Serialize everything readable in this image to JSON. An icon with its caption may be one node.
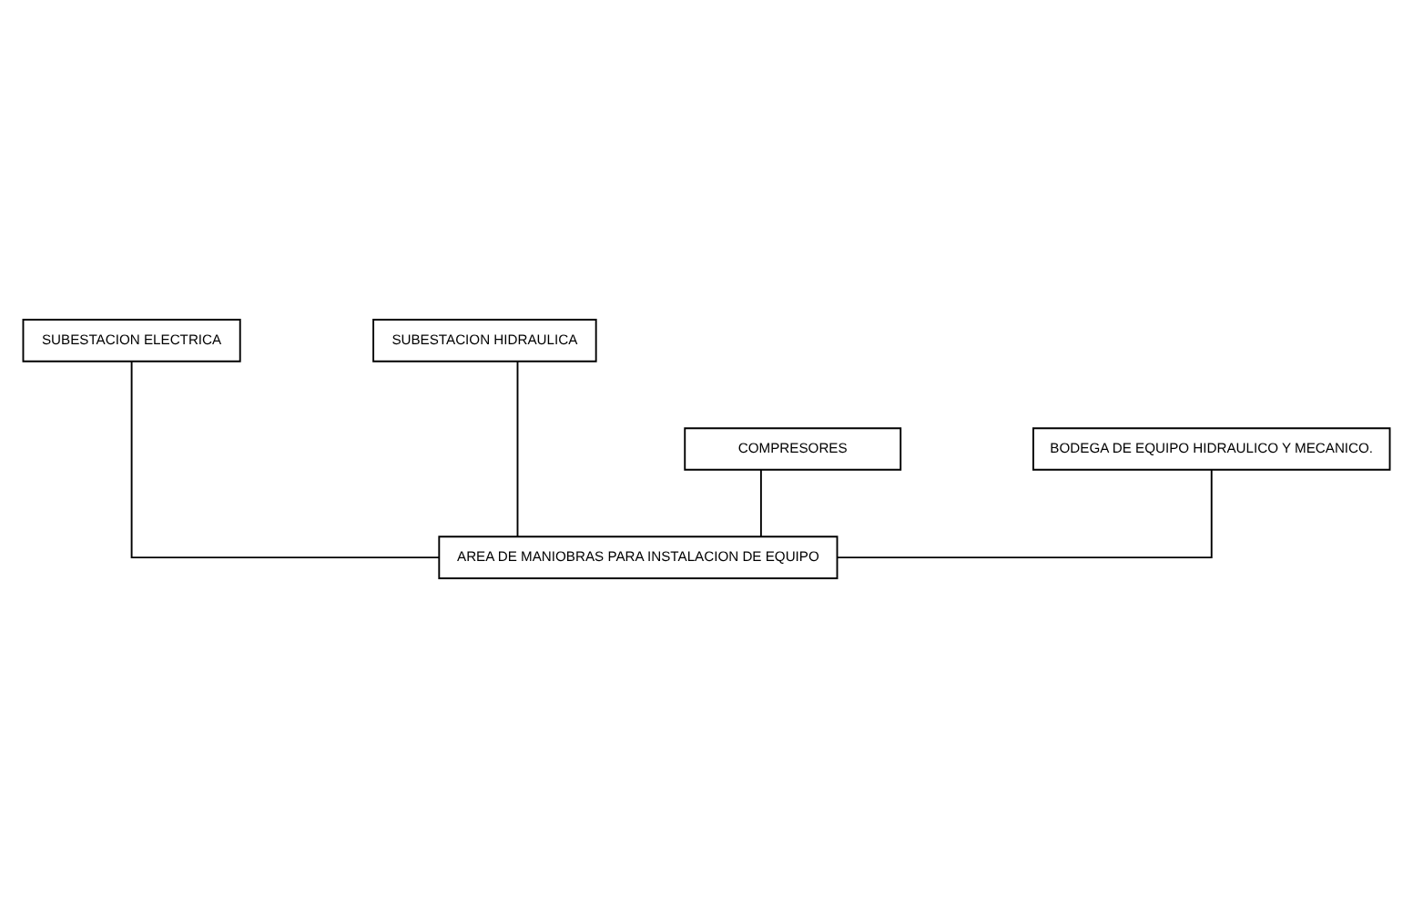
{
  "diagram": {
    "nodes": [
      {
        "text": [
          "SUBESTACION ELECTRICA"
        ]
      },
      {
        "text": [
          "SUBESTACION HIDRAULICA"
        ]
      },
      {
        "text": [
          "COMPRESORES"
        ]
      },
      {
        "text": [
          "BODEGA DE EQUIPO HIDRAULICO Y MECANICO."
        ]
      },
      {
        "text": [
          "AREA DE MANIOBRAS PARA INSTALACION DE EQUIPO"
        ]
      }
    ],
    "edges": [
      {
        "from": 4,
        "to": 0,
        "arrow": "none"
      },
      {
        "from": 4,
        "to": 1,
        "arrow": "none"
      },
      {
        "from": 4,
        "to": 2,
        "arrow": "none"
      },
      {
        "from": 4,
        "to": 3,
        "arrow": "none"
      }
    ]
  }
}
